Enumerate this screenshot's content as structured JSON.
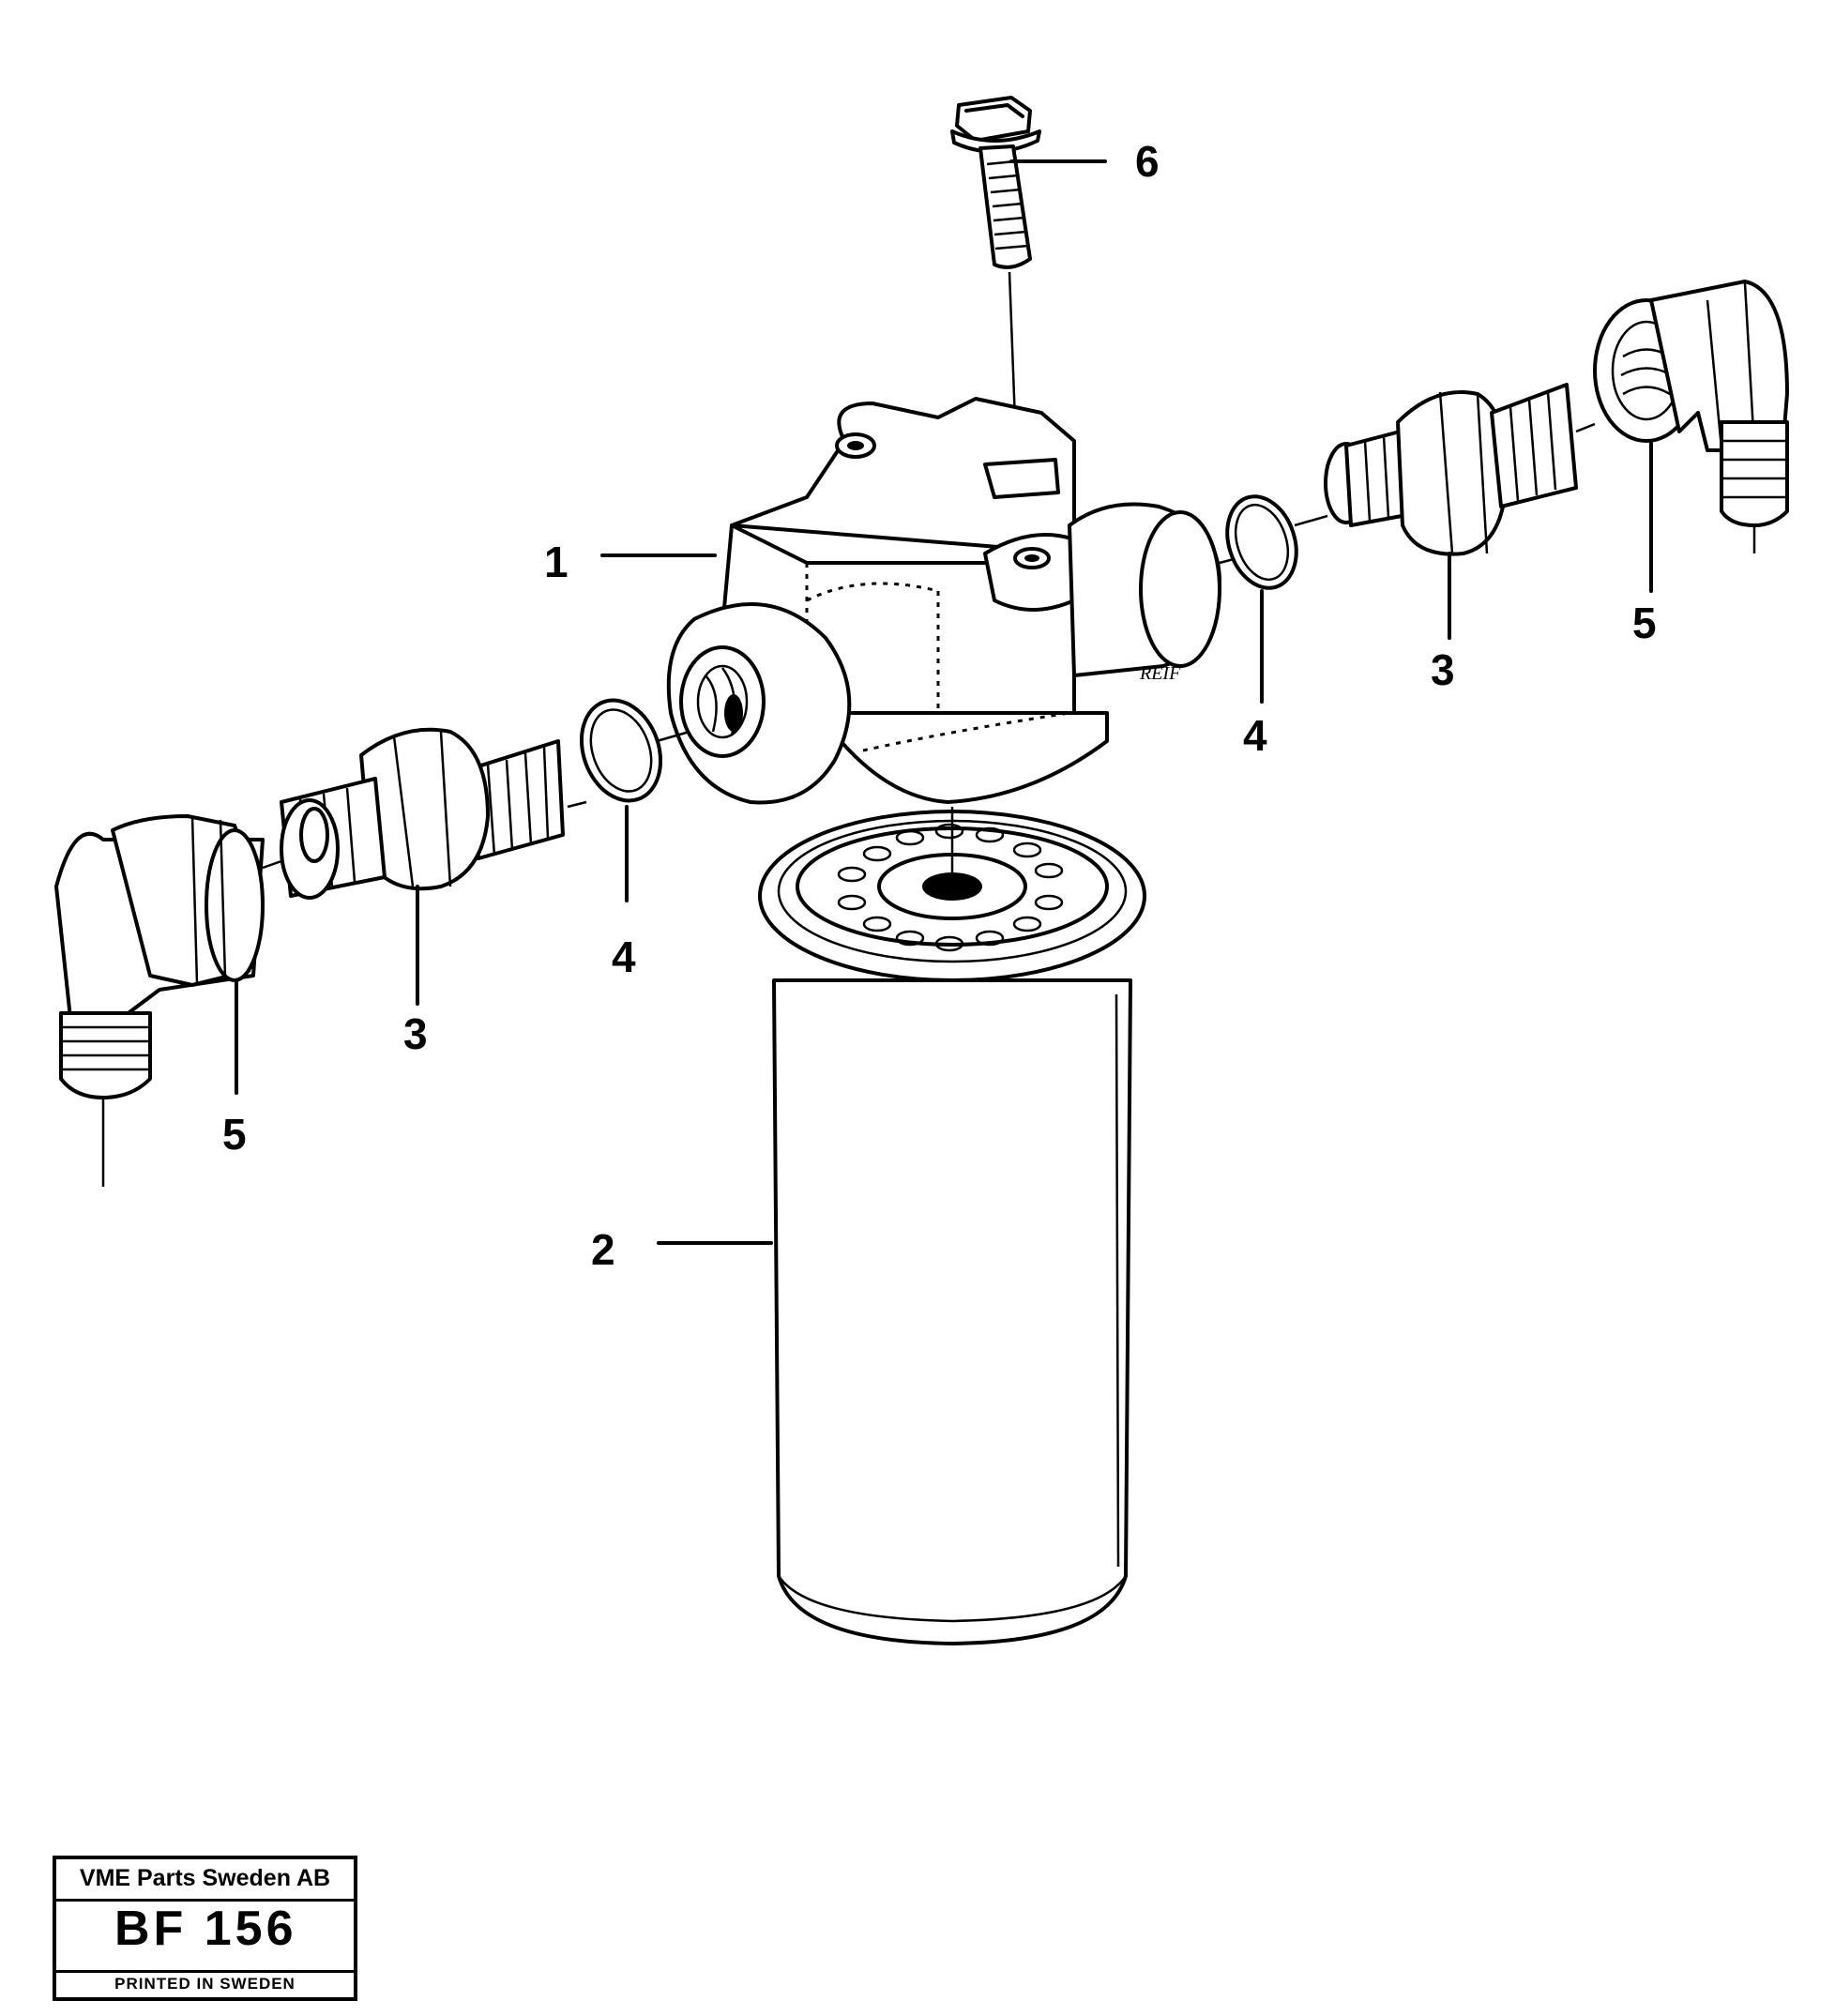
{
  "callouts": {
    "c1": "1",
    "c2": "2",
    "c3_left": "3",
    "c3_right": "3",
    "c4_left": "4",
    "c4_right": "4",
    "c5_left": "5",
    "c5_right": "5",
    "c6": "6"
  },
  "body_marking": "REIF",
  "stamp": {
    "company": "VME Parts Sweden AB",
    "code": "BF 156",
    "printed": "PRINTED IN SWEDEN"
  }
}
